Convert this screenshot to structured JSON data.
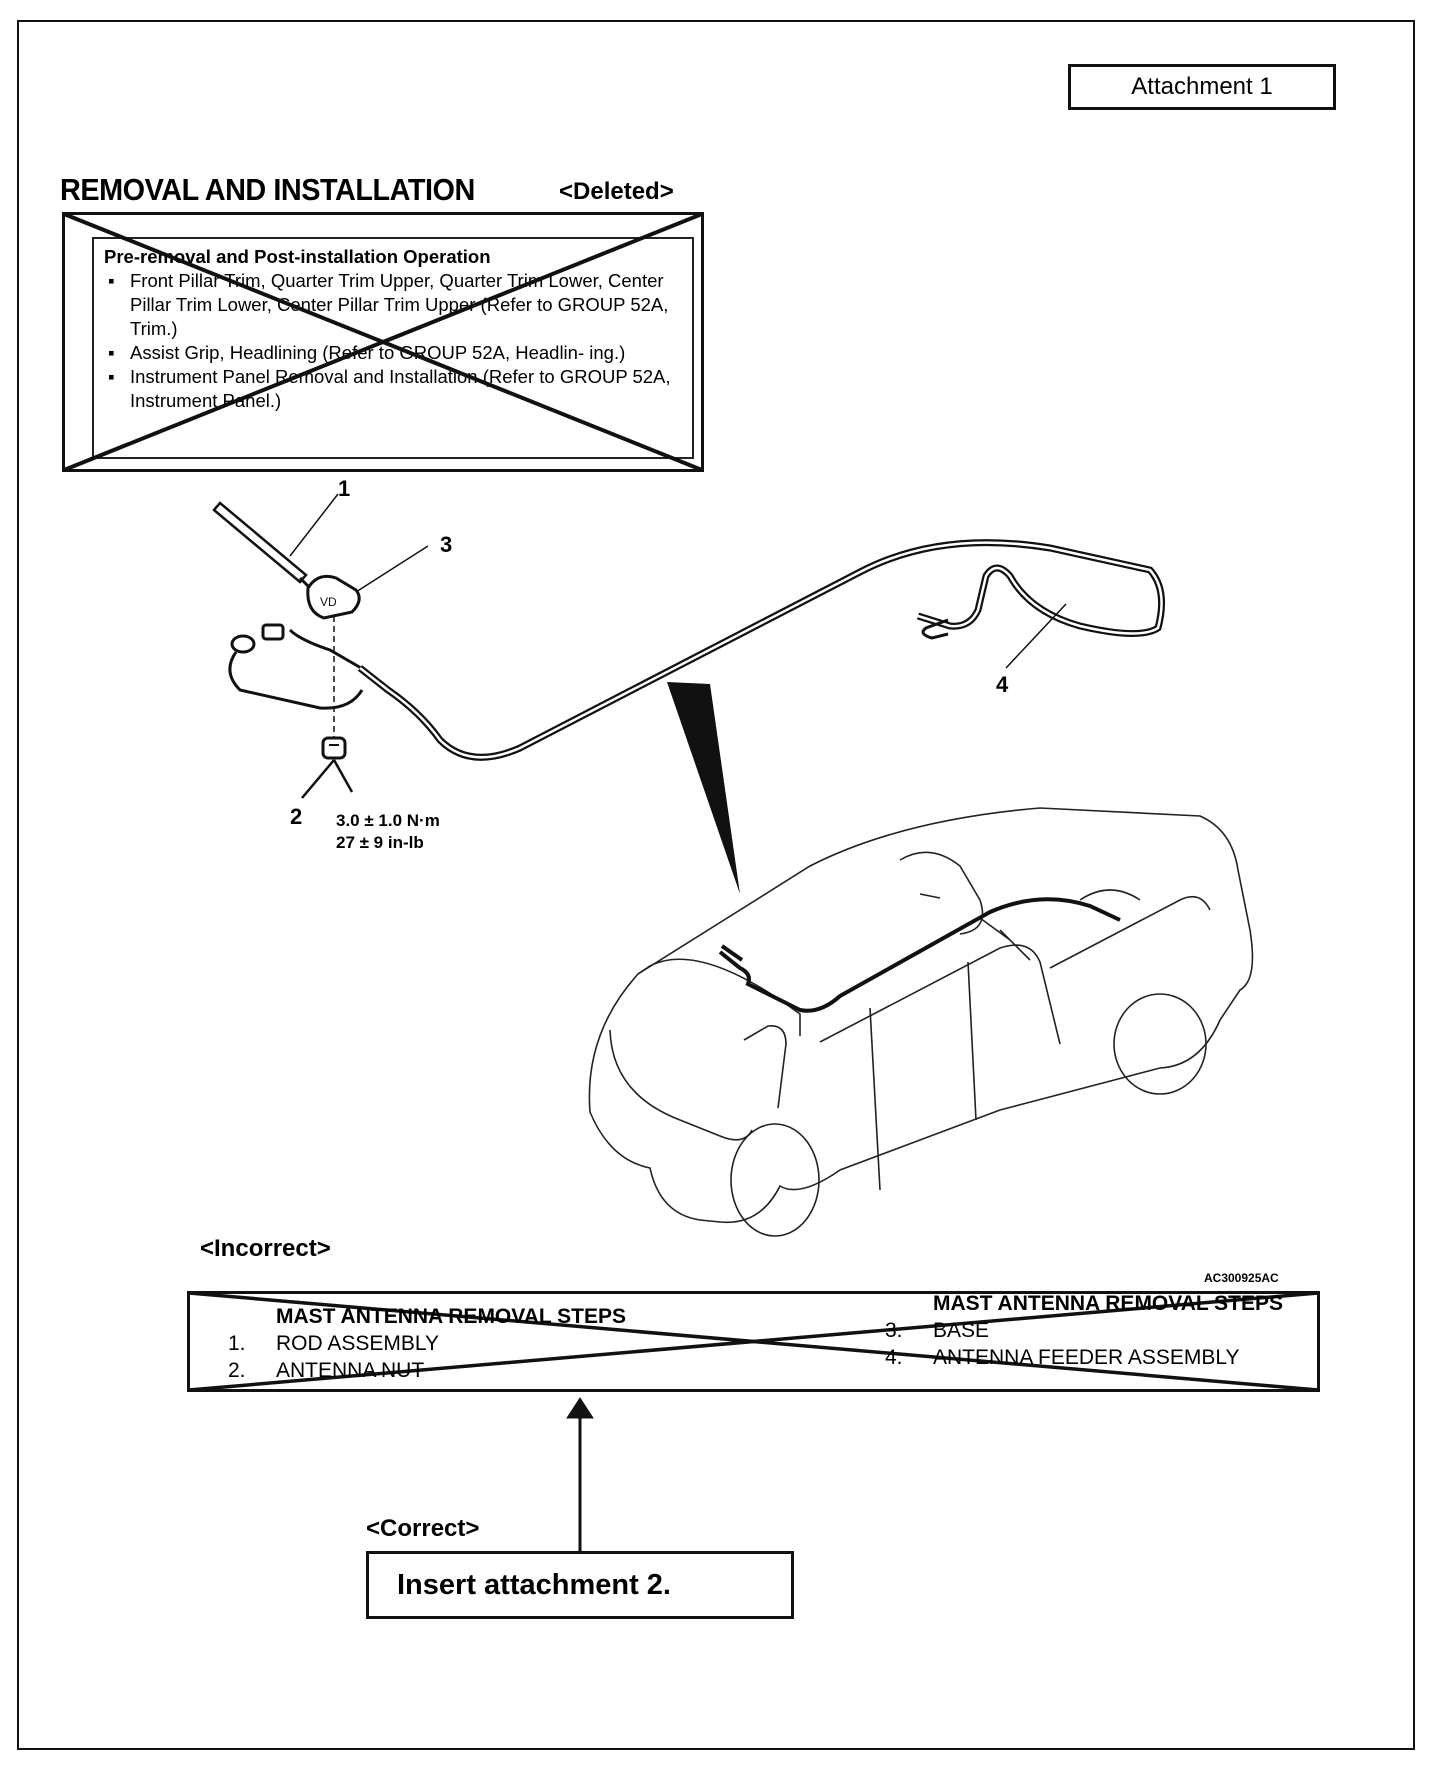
{
  "header": {
    "attachment_label": "Attachment 1"
  },
  "deleted_section": {
    "title": "REMOVAL AND INSTALLATION",
    "status_tag": "<Deleted>",
    "box_heading": "Pre-removal and Post-installation Operation",
    "bullets": [
      "Front Pillar Trim, Quarter Trim Upper, Quarter Trim Lower, Center Pillar Trim Lower, Center Pillar Trim Upper (Refer to GROUP 52A, Trim.)",
      "Assist Grip, Headlining (Refer to GROUP 52A, Headlin- ing.)",
      "Instrument Panel Removal and Installation (Refer to GROUP 52A, Instrument Panel.)"
    ]
  },
  "diagram": {
    "callouts": [
      "1",
      "2",
      "3",
      "4"
    ],
    "torque_spec": {
      "metric": "3.0 ± 1.0 N·m",
      "imperial": "27 ± 9 in-lb"
    },
    "figure_code": "AC300925AC"
  },
  "incorrect_section": {
    "label": "<Incorrect>",
    "left_column": {
      "heading": "MAST ANTENNA REMOVAL STEPS",
      "steps": [
        {
          "num": "1.",
          "text": "ROD ASSEMBLY"
        },
        {
          "num": "2.",
          "text": "ANTENNA NUT"
        }
      ]
    },
    "right_column": {
      "heading": "MAST ANTENNA REMOVAL STEPS",
      "steps": [
        {
          "num": "3.",
          "text": "BASE"
        },
        {
          "num": "4.",
          "text": "ANTENNA FEEDER ASSEMBLY"
        }
      ]
    }
  },
  "correct_section": {
    "label": "<Correct>",
    "instruction": "Insert attachment 2."
  }
}
